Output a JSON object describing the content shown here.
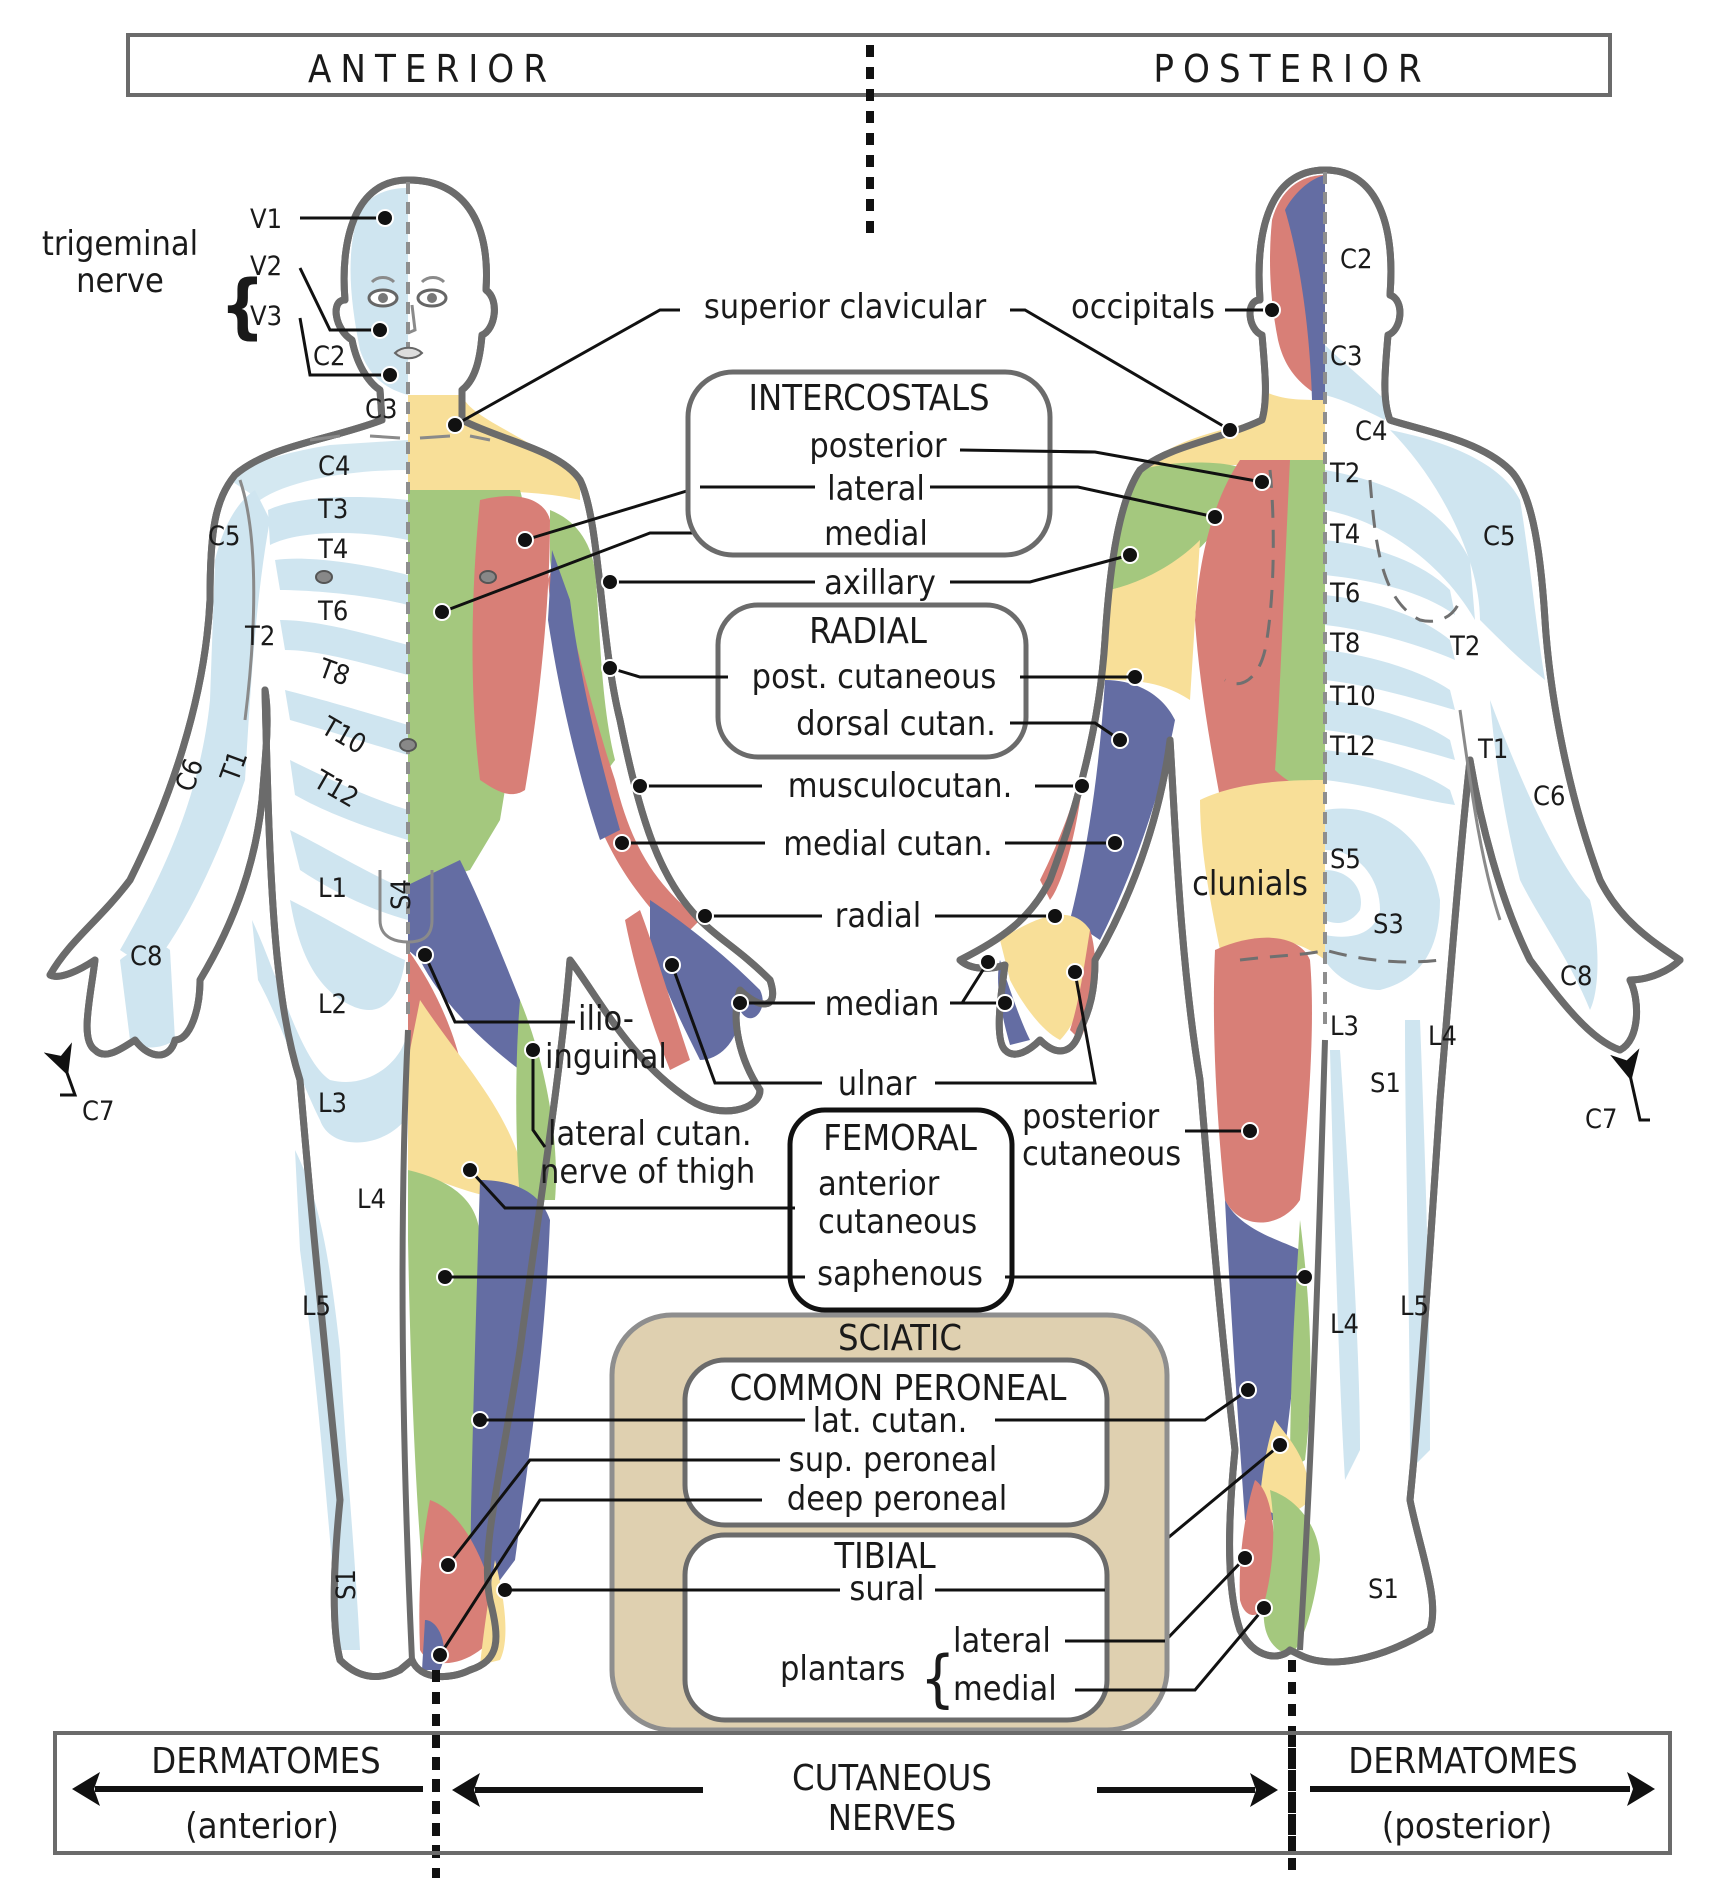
{
  "header": {
    "left_title": "ANTERIOR",
    "right_title": "POSTERIOR"
  },
  "colors": {
    "dermatome_blue": "#cfe5f0",
    "nerve_yellow": "#f8df98",
    "nerve_green": "#a4c87e",
    "nerve_red": "#d87f77",
    "nerve_blue": "#646da3",
    "sciatic_tan": "#dfd0b0",
    "outline_gray": "#6b6b6b"
  },
  "anterior_dermatomes": {
    "trigeminal_label_1": "trigeminal",
    "trigeminal_label_2": "nerve",
    "v1": "V1",
    "v2": "V2",
    "v3": "V3",
    "c2": "C2",
    "c3": "C3",
    "c4": "C4",
    "c5": "C5",
    "c6": "C6",
    "c7": "C7",
    "c8": "C8",
    "t1": "T1",
    "t2": "T2",
    "t3": "T3",
    "t4": "T4",
    "t6": "T6",
    "t8": "T8",
    "t10": "T10",
    "t12": "T12",
    "l1": "L1",
    "l2": "L2",
    "l3": "L3",
    "l4": "L4",
    "l5": "L5",
    "s1": "S1",
    "s4": "S4"
  },
  "posterior_dermatomes": {
    "c2": "C2",
    "c3": "C3",
    "c4": "C4",
    "c5": "C5",
    "c6": "C6",
    "c7": "C7",
    "c8": "C8",
    "t1": "T1",
    "t2_spine": "T2",
    "t2_arm": "T2",
    "t4": "T4",
    "t6": "T6",
    "t8": "T8",
    "t10": "T10",
    "t12": "T12",
    "s5": "S5",
    "s3": "S3",
    "s1_thigh": "S1",
    "s1_foot": "S1",
    "l3": "L3",
    "l4_thigh": "L4",
    "l4_leg": "L4",
    "l5": "L5"
  },
  "cutaneous_nerves": {
    "superior_clavicular": "superior clavicular",
    "occipitals": "occipitals",
    "intercostals": {
      "title": "INTERCOSTALS",
      "posterior": "posterior",
      "lateral": "lateral",
      "medial": "medial"
    },
    "axillary": "axillary",
    "radial_group": {
      "title": "RADIAL",
      "post_cutaneous": "post. cutaneous",
      "dorsal_cutan": "dorsal cutan."
    },
    "musculocutan": "musculocutan.",
    "medial_cutan": "medial cutan.",
    "radial": "radial",
    "median": "median",
    "ulnar": "ulnar",
    "ilioinguinal_1": "ilio-",
    "ilioinguinal_2": "inguinal",
    "clunials": "clunials",
    "lateral_cutan_thigh_1": "lateral cutan.",
    "lateral_cutan_thigh_2": "nerve of thigh",
    "posterior_cutaneous_1": "posterior",
    "posterior_cutaneous_2": "cutaneous",
    "femoral": {
      "title": "FEMORAL",
      "anterior_1": "anterior",
      "anterior_2": "cutaneous",
      "saphenous": "saphenous"
    },
    "sciatic": {
      "title": "SCIATIC",
      "common_peroneal": {
        "title": "COMMON PERONEAL",
        "lat_cutan": "lat. cutan.",
        "sup_peroneal": "sup. peroneal",
        "deep_peroneal": "deep peroneal"
      },
      "tibial": {
        "title": "TIBIAL",
        "sural": "sural",
        "plantars": "plantars",
        "lateral": "lateral",
        "medial": "medial"
      }
    }
  },
  "footer": {
    "left_title": "DERMATOMES",
    "left_sub": "(anterior)",
    "center_1": "CUTANEOUS",
    "center_2": "NERVES",
    "right_title": "DERMATOMES",
    "right_sub": "(posterior)"
  }
}
